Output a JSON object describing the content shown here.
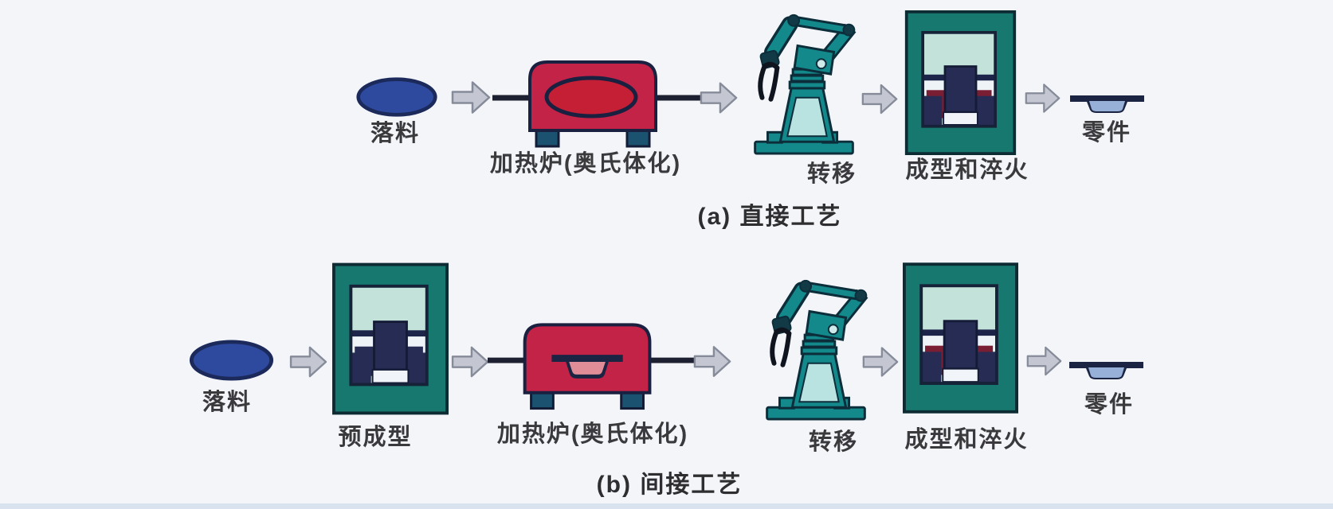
{
  "figure": {
    "title_hidden": "",
    "rows": [
      {
        "id": "a",
        "caption": "(a) 直接工艺",
        "steps": {
          "blank": "落料",
          "furnace": "加热炉(奥氏体化)",
          "transfer": "转移",
          "forming": "成型和淬火",
          "part": "零件"
        }
      },
      {
        "id": "b",
        "caption": "(b) 间接工艺",
        "steps": {
          "blank": "落料",
          "preform": "预成型",
          "furnace": "加热炉(奥氏体化)",
          "transfer": "转移",
          "forming": "成型和淬火",
          "part": "零件"
        }
      }
    ],
    "icons": [
      "blank-ellipse-icon",
      "flow-arrow-icon",
      "furnace-icon",
      "robot-arm-icon",
      "press-machine-icon",
      "hat-part-icon"
    ],
    "colors": {
      "background": "#f3f5f9",
      "blank_blue": "#2e4a9e",
      "furnace_red": "#c32347",
      "hot_ellipse_red": "#c51f35",
      "machine_teal": "#13898c",
      "press_frame_teal": "#17786f",
      "press_window_teal": "#c3e2d9",
      "die_navy": "#272c54",
      "die_red": "#7a1e34",
      "part_navy": "#1c2444",
      "part_channel_blue": "#97b0d8",
      "hot_part_pink": "#e18d97",
      "arrow_gray": "#c4c7d2",
      "conveyor_dark": "#1c2030",
      "label_text": "#3a3a3c"
    }
  }
}
